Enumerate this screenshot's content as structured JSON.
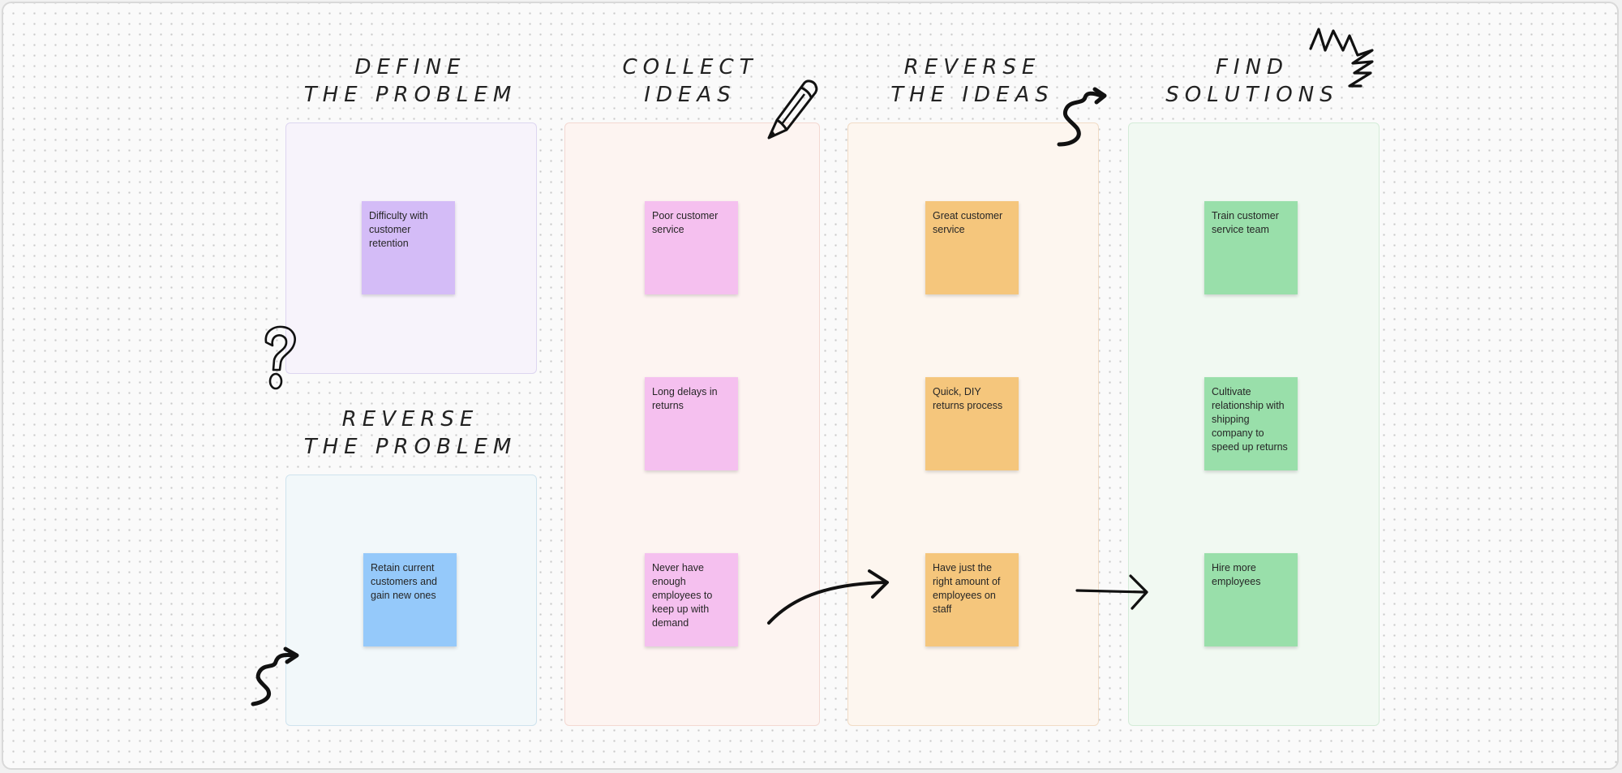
{
  "headings": {
    "define": [
      "DEFINE",
      "THE PROBLEM"
    ],
    "reverse_problem": [
      "REVERSE",
      "THE PROBLEM"
    ],
    "collect": [
      "COLLECT",
      "IDEAS"
    ],
    "reverse_ideas": [
      "REVERSE",
      "THE IDEAS"
    ],
    "find": [
      "FIND",
      "SOLUTIONS"
    ]
  },
  "notes": {
    "define": "Difficulty with customer retention",
    "reverse_problem": "Retain current customers and gain new ones",
    "collect": [
      "Poor customer service",
      "Long delays in returns",
      "Never have enough employees to keep up with demand"
    ],
    "reverse_ideas": [
      "Great customer service",
      "Quick, DIY returns process",
      "Have just the right amount of employees on staff"
    ],
    "find": [
      "Train customer service team",
      "Cultivate relationship with shipping company to speed up returns",
      "Hire more employees"
    ]
  },
  "colors": {
    "purple_note": "#d4bcf7",
    "blue_note": "#95c9fa",
    "pink_note": "#f5c0ef",
    "orange_note": "#f5c67c",
    "green_note": "#99dfaa"
  },
  "icons": [
    "question-mark-icon",
    "squiggle-arrow-icon",
    "pencil-icon",
    "curved-arrow-icon",
    "straight-arrow-icon",
    "zigzag-scribble-icon"
  ]
}
